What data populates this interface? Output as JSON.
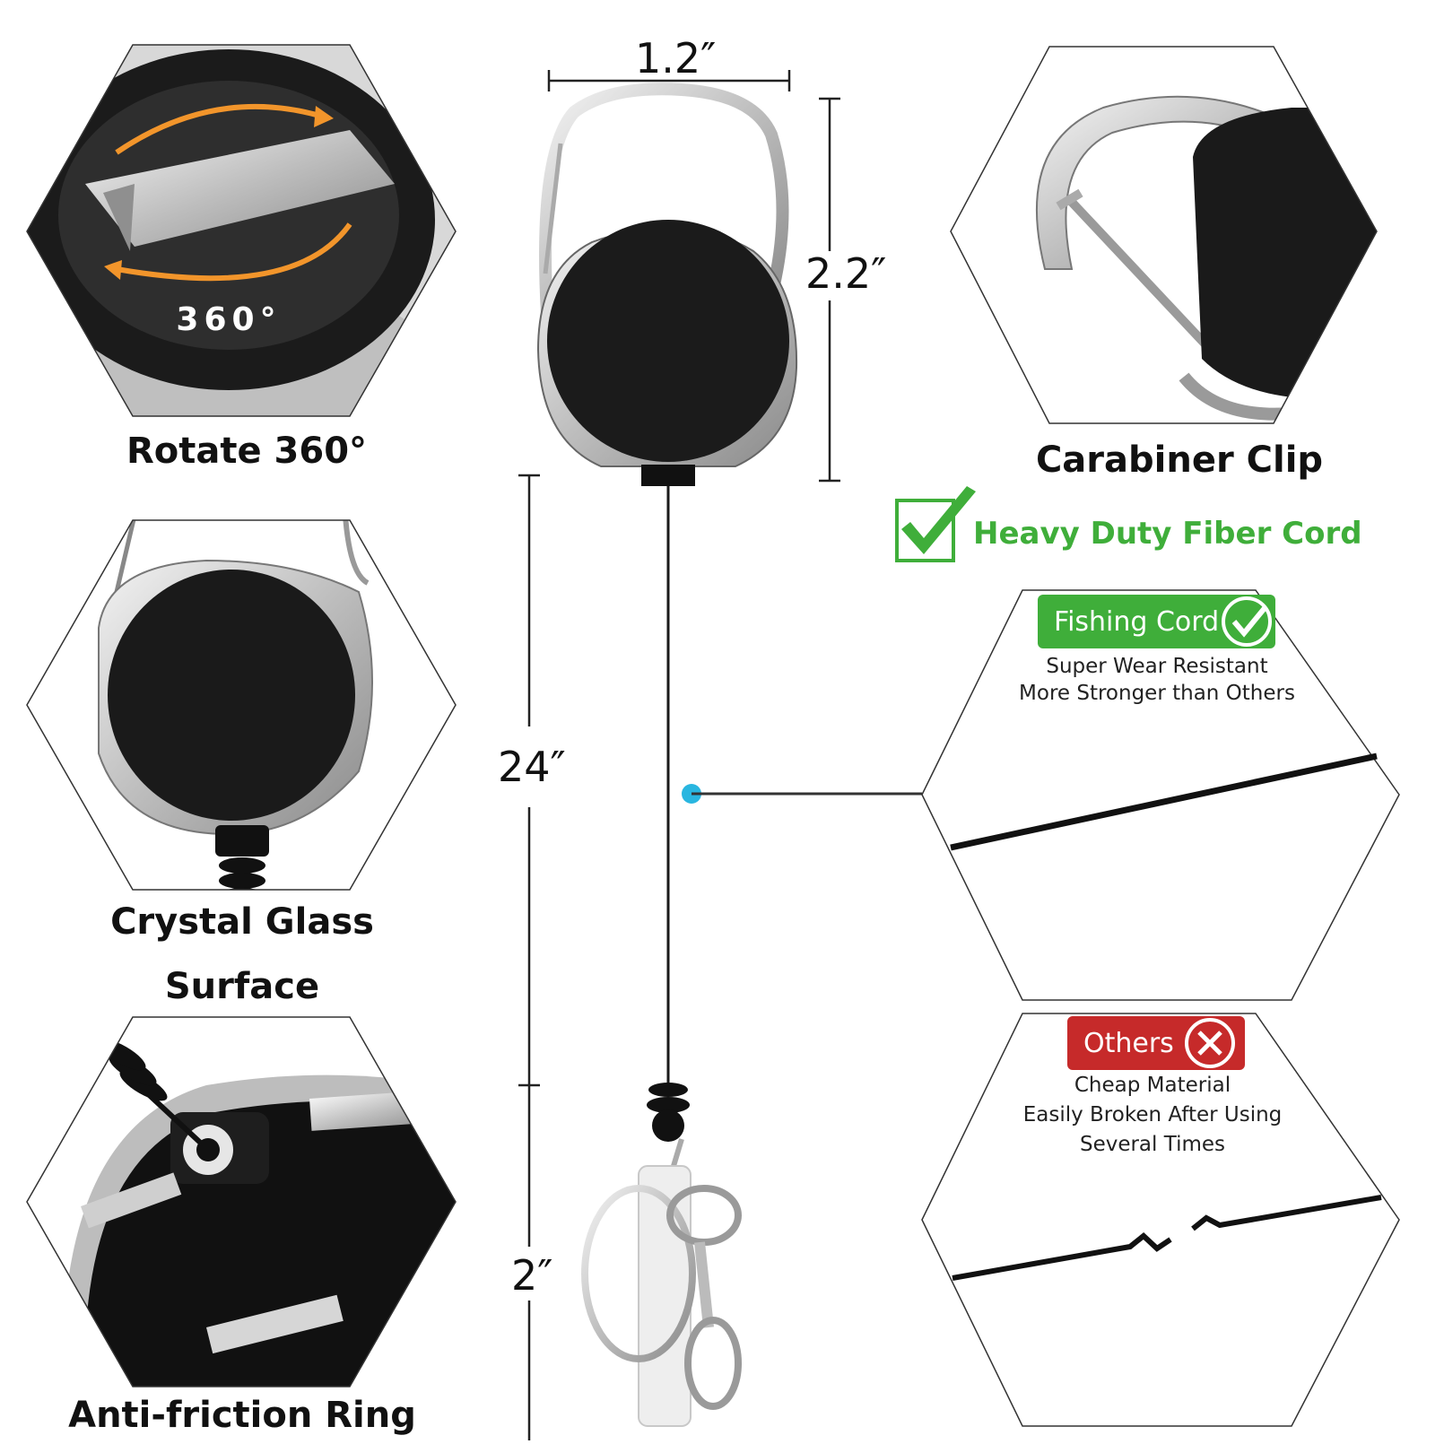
{
  "features": {
    "rotate": "Rotate 360°",
    "rotate_mark": "360°",
    "crystal_line1": "Crystal Glass",
    "crystal_line2": "Surface",
    "anti_friction": "Anti-friction Ring",
    "carabiner": "Carabiner Clip"
  },
  "dimensions": {
    "width": "1.2″",
    "height": "2.2″",
    "cord_length": "24″",
    "attachment": "2″"
  },
  "cord_compare": {
    "headline": "Heavy Duty Fiber Cord",
    "good_badge": "Fishing Cord",
    "good_line1": "Super Wear Resistant",
    "good_line2": "More Stronger than Others",
    "bad_badge": "Others",
    "bad_line1": "Cheap Material",
    "bad_line2": "Easily Broken After Using",
    "bad_line3": "Several Times"
  },
  "colors": {
    "good": "#3fae3a",
    "bad": "#c62a2a",
    "accent_dot": "#29b6e0"
  }
}
